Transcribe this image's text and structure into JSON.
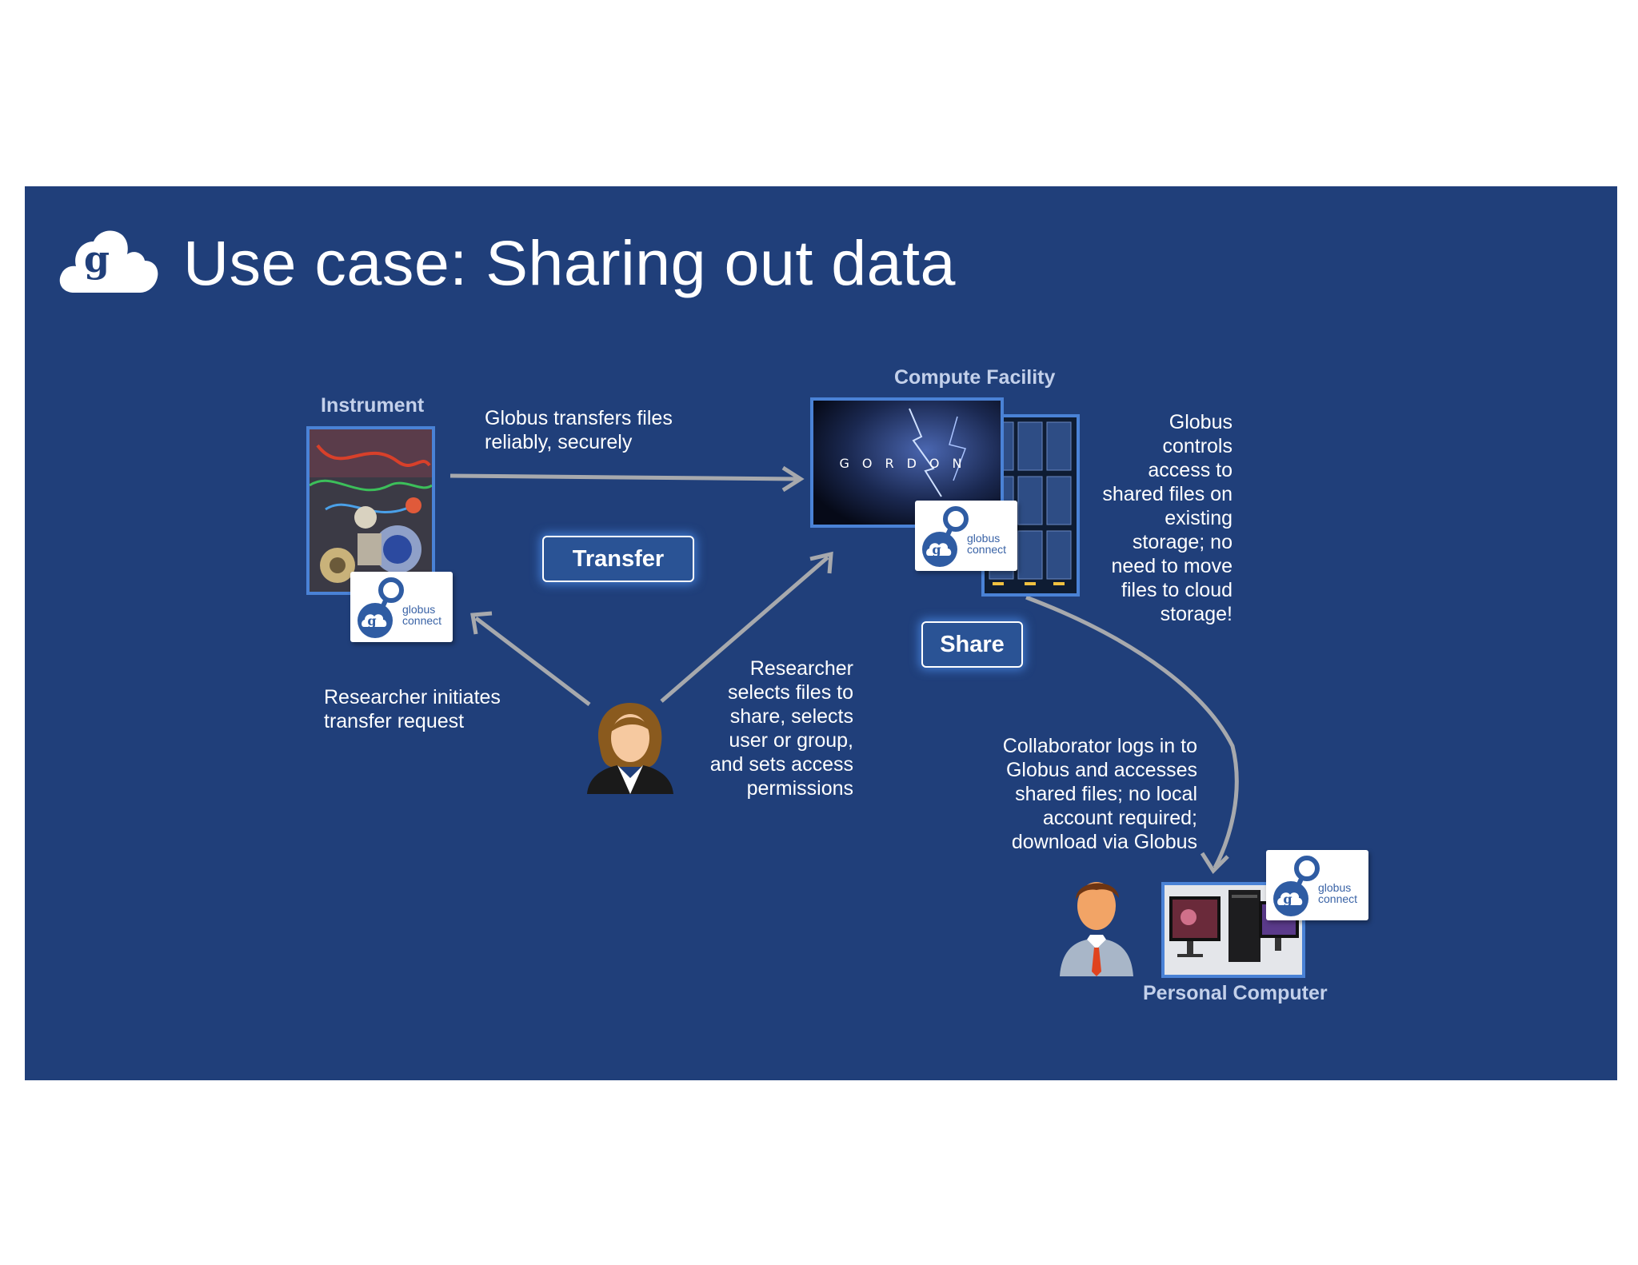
{
  "title": "Use case: Sharing out data",
  "logo": {
    "icon": "globus-cloud-logo-icon",
    "glyph": "g"
  },
  "nodes": {
    "instrument": {
      "label": "Instrument"
    },
    "compute": {
      "label": "Compute Facility",
      "screen_text": "GORDON"
    },
    "personal": {
      "label": "Personal Computer"
    }
  },
  "badge": {
    "line1": "globus",
    "line2": "connect"
  },
  "buttons": {
    "transfer": "Transfer",
    "share": "Share"
  },
  "notes": {
    "transfers": [
      "Globus transfers files",
      "reliably, securely"
    ],
    "initiates": [
      "Researcher initiates",
      "transfer request"
    ],
    "researcher_selects": [
      "Researcher",
      "selects files to",
      "share, selects",
      "user or group,",
      "and sets access",
      "permissions"
    ],
    "controls": [
      "Globus",
      "controls",
      "access to",
      "shared files on",
      "existing",
      "storage; no",
      "need to move",
      "files to cloud",
      "storage!"
    ],
    "collaborator": [
      "Collaborator logs in to",
      "Globus and accesses",
      "shared files; no local",
      "account required;",
      "download via Globus"
    ]
  },
  "colors": {
    "slide_bg": "#203f7a",
    "label": "#c3d0ea",
    "arrow": "#a7a9ad",
    "frame": "#4a82d6"
  }
}
